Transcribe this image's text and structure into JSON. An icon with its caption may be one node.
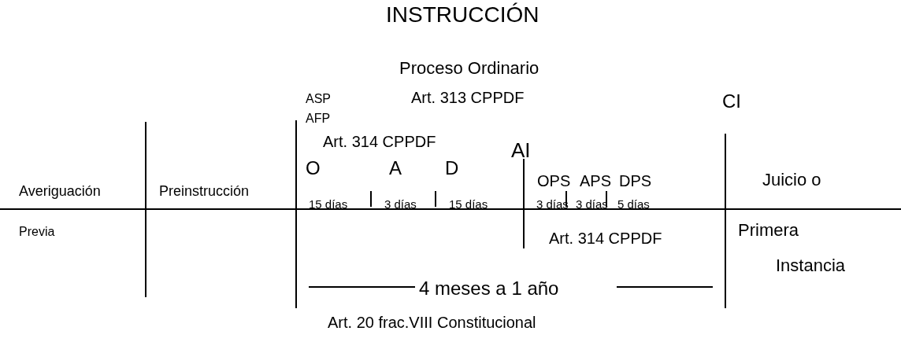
{
  "diagram": {
    "title": "INSTRUCCIÓN",
    "labels": [
      "Proceso Ordinario",
      "ASP",
      "Art. 313 CPPDF",
      "AFP",
      "CI",
      "Art. 314 CPPDF",
      "AI",
      "O",
      "A",
      "D",
      "OPS",
      "APS",
      "DPS",
      "Averiguación",
      "Preinstrucción",
      "Juicio o",
      "15 días",
      "3 días",
      "15 días",
      "3 días",
      "3 días",
      "5 días",
      "Previa",
      "Primera",
      "Art. 314 CPPDF",
      "Instancia",
      "4 meses a 1 año",
      "Art. 20 frac.VIII Constitucional"
    ]
  }
}
